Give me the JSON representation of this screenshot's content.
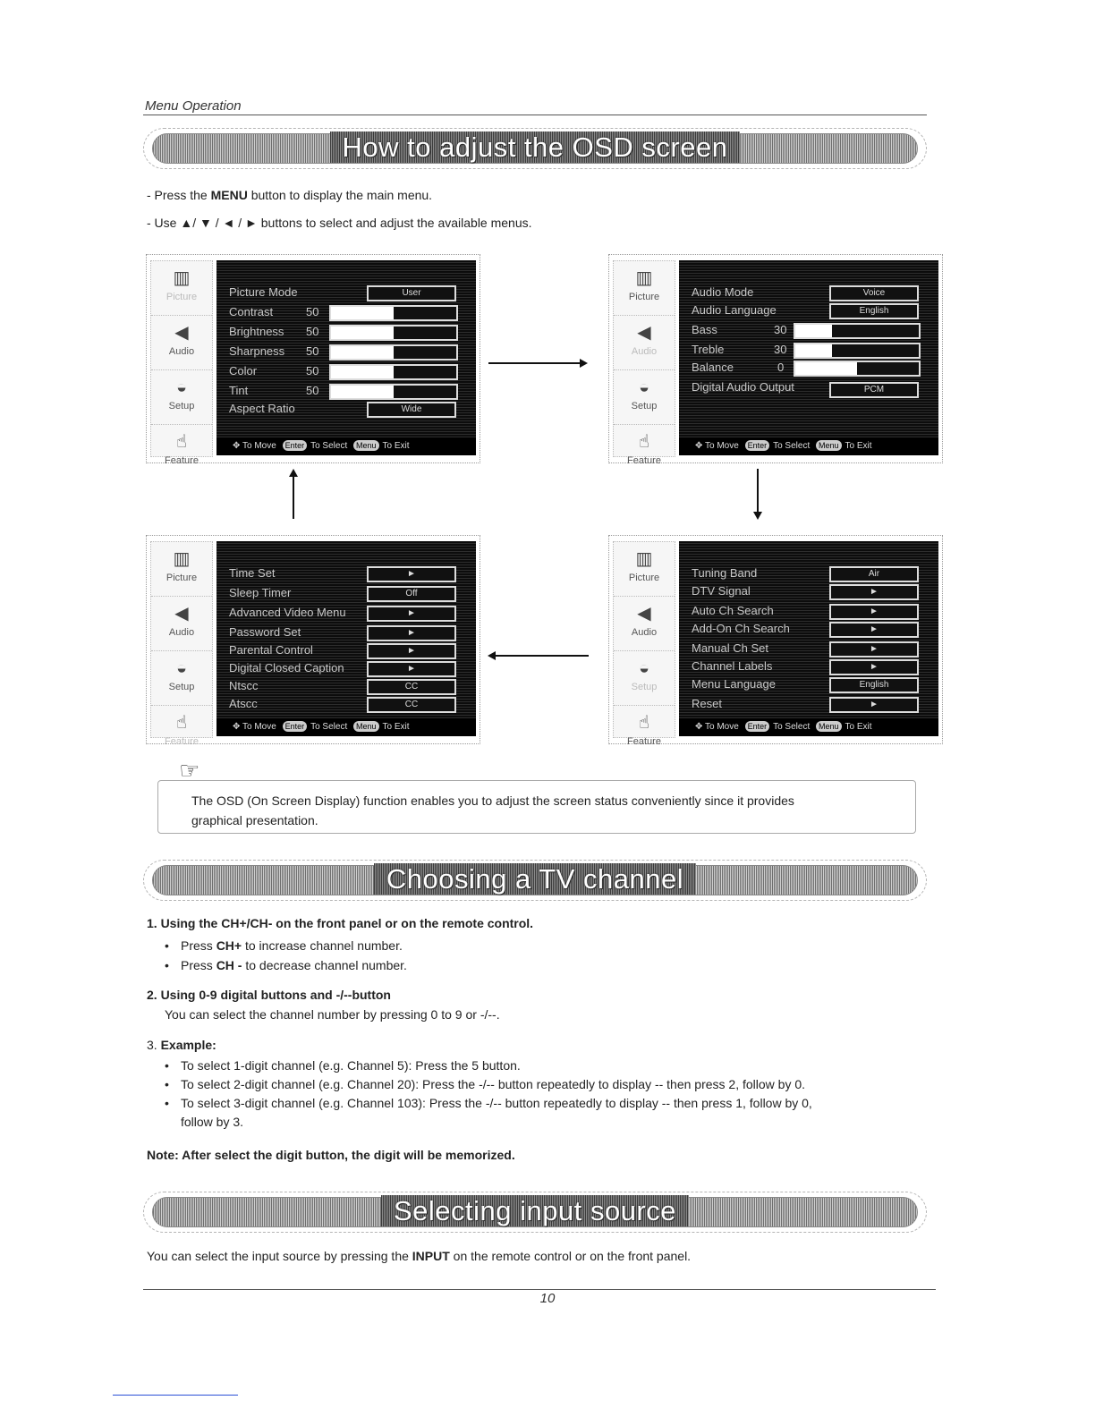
{
  "header": {
    "section": "Menu Operation"
  },
  "osd_section": {
    "title": "How to adjust the OSD screen",
    "line1_pre": "- Press the ",
    "line1_bold": "MENU",
    "line1_post": " button to display the main menu.",
    "line2": "- Use ▲/ ▼ / ◄ / ► buttons to select and adjust the available menus."
  },
  "sidebar": {
    "picture": "Picture",
    "audio": "Audio",
    "setup": "Setup",
    "feature": "Feature"
  },
  "footer_hint": {
    "move": "To Move",
    "enter": "Enter",
    "select": "To Select",
    "menu": "Menu",
    "exit": "To Exit"
  },
  "picture_menu": {
    "items": [
      {
        "label": "Picture Mode",
        "value": "User"
      },
      {
        "label": "Contrast",
        "number": "50",
        "level": 50
      },
      {
        "label": "Brightness",
        "number": "50",
        "level": 50
      },
      {
        "label": "Sharpness",
        "number": "50",
        "level": 50
      },
      {
        "label": "Color",
        "number": "50",
        "level": 50
      },
      {
        "label": "Tint",
        "number": "50",
        "level": 50
      },
      {
        "label": "Aspect Ratio",
        "value": "Wide"
      }
    ]
  },
  "audio_menu": {
    "items": [
      {
        "label": "Audio Mode",
        "value": "Voice"
      },
      {
        "label": "Audio Language",
        "value": "English"
      },
      {
        "label": "Bass",
        "number": "30",
        "level": 30
      },
      {
        "label": "Treble",
        "number": "30",
        "level": 30
      },
      {
        "label": "Balance",
        "number": "0",
        "level": 50
      },
      {
        "label": "Digital Audio Output",
        "value": "PCM"
      }
    ]
  },
  "feature_menu": {
    "items": [
      {
        "label": "Time Set",
        "value": "►"
      },
      {
        "label": "Sleep Timer",
        "value": "Off"
      },
      {
        "label": "Advanced Video Menu",
        "value": "►"
      },
      {
        "label": "Password Set",
        "value": "►"
      },
      {
        "label": "Parental Control",
        "value": "►"
      },
      {
        "label": "Digital Closed Caption",
        "value": "►"
      },
      {
        "label": "Ntscc",
        "value": "CC"
      },
      {
        "label": "Atscc",
        "value": "CC"
      }
    ]
  },
  "setup_menu": {
    "items": [
      {
        "label": "Tuning Band",
        "value": "Air"
      },
      {
        "label": "DTV Signal",
        "value": "►"
      },
      {
        "label": "Auto Ch Search",
        "value": "►"
      },
      {
        "label": "Add-On Ch Search",
        "value": "►"
      },
      {
        "label": "Manual Ch Set",
        "value": "►"
      },
      {
        "label": "Channel Labels",
        "value": "►"
      },
      {
        "label": "Menu Language",
        "value": "English"
      },
      {
        "label": "Reset",
        "value": "►"
      }
    ]
  },
  "note": {
    "line1": "The OSD (On Screen Display) function enables you to adjust the screen status conveniently since it provides",
    "line2": "graphical presentation."
  },
  "channel_section": {
    "title": "Choosing a TV channel",
    "h1": "1. Using the CH+/CH- on the front panel or on the remote control.",
    "b1_pre": "Press ",
    "b1_bold": "CH+",
    "b1_post": " to increase channel number.",
    "b2_pre": "Press ",
    "b2_bold": "CH -",
    "b2_post": " to decrease channel number.",
    "h2": "2. Using 0-9 digital buttons and -/--button",
    "p2": "You can select the channel number by pressing 0 to 9 or -/--.",
    "h3_num": "3. ",
    "h3": "Example:",
    "e1": "To select 1-digit channel (e.g. Channel 5): Press the 5 button.",
    "e2": "To select 2-digit channel (e.g. Channel 20): Press the -/-- button repeatedly to display -- then press 2, follow by 0.",
    "e3a": "To select 3-digit channel (e.g. Channel 103): Press the -/-- button repeatedly to display -- then press 1, follow by 0,",
    "e3b": "follow by 3.",
    "note": "Note: After select the digit button, the digit will be memorized."
  },
  "input_section": {
    "title": "Selecting input source",
    "p_pre": "You can select the input source by pressing the ",
    "p_bold": "INPUT",
    "p_post": " on the remote control or on the  front panel."
  },
  "page_number": "10",
  "icons": [
    "tv-icon",
    "speaker-icon",
    "satellite-dish-icon",
    "hand-icon",
    "move-arrows-icon",
    "arrow-right-icon",
    "arrow-down-icon",
    "arrow-left-icon",
    "arrow-up-icon",
    "pointing-hand-icon"
  ]
}
